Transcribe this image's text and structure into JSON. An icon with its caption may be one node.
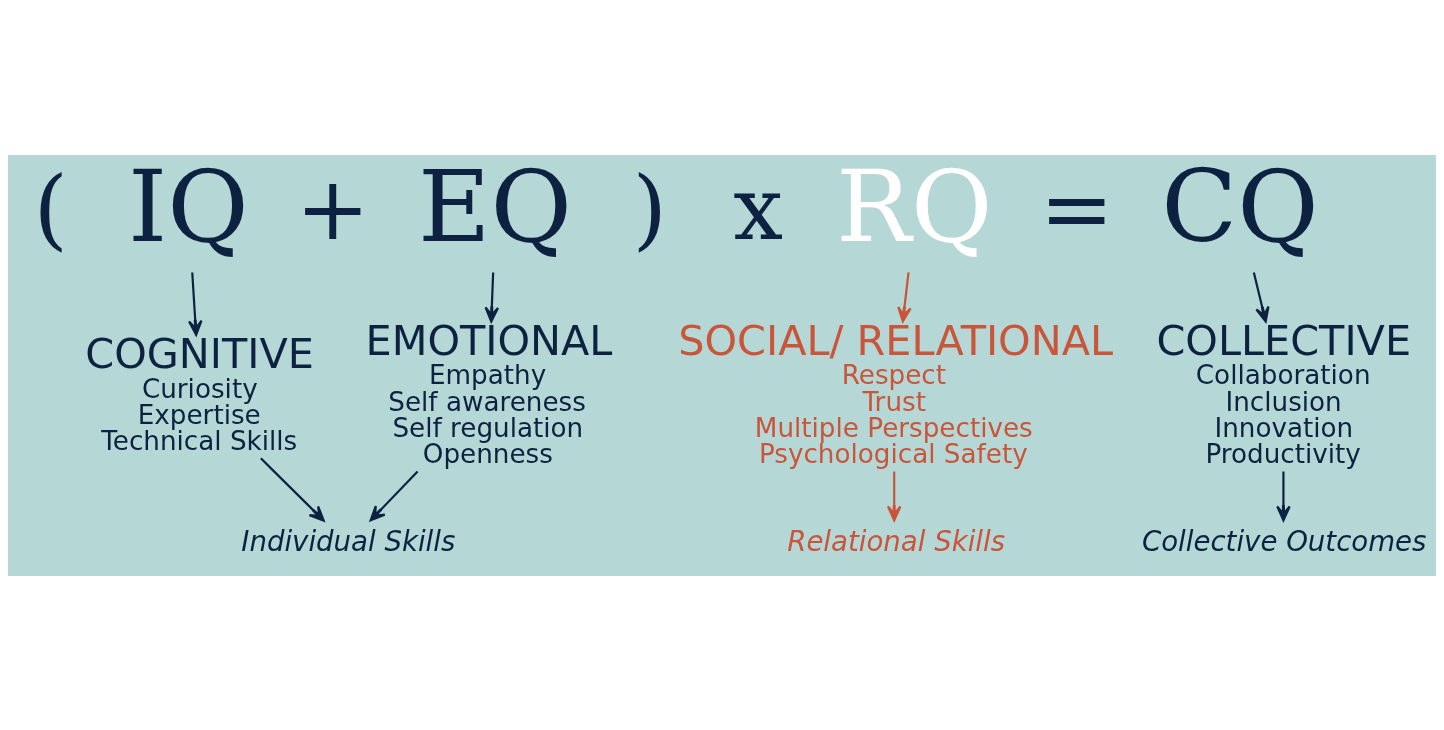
{
  "diagram": {
    "nodes": [
      {
        "text": [
          "IQ"
        ]
      },
      {
        "text": [
          "EQ"
        ]
      },
      {
        "text": [
          "RQ"
        ]
      },
      {
        "text": [
          "CQ"
        ]
      },
      {
        "text": [
          "COGNITIVE",
          "Curiosity",
          "Expertise",
          "Technical Skills"
        ]
      },
      {
        "text": [
          "EMOTIONAL",
          "Empathy",
          "Self awareness",
          "Self regulation",
          "Openness"
        ]
      },
      {
        "text": [
          "SOCIAL/ RELATIONAL",
          "Respect",
          "Trust",
          "Multiple Perspectives",
          "Psychological Safety"
        ]
      },
      {
        "text": [
          "COLLECTIVE",
          "Collaboration",
          "Inclusion",
          "Innovation",
          "Productivity"
        ]
      },
      {
        "text": [
          "Individual Skills"
        ]
      },
      {
        "text": [
          "Relational Skills"
        ]
      },
      {
        "text": [
          "Collective Outcomes"
        ]
      }
    ],
    "edges": [
      {
        "from": 0,
        "to": 4,
        "arrow": "to"
      },
      {
        "from": 1,
        "to": 5,
        "arrow": "to"
      },
      {
        "from": 2,
        "to": 6,
        "arrow": "to",
        "color": "#c9553a"
      },
      {
        "from": 3,
        "to": 7,
        "arrow": "to"
      },
      {
        "from": 4,
        "to": 8,
        "arrow": "to"
      },
      {
        "from": 5,
        "to": 8,
        "arrow": "to"
      },
      {
        "from": 6,
        "to": 9,
        "arrow": "to",
        "color": "#c9553a"
      },
      {
        "from": 7,
        "to": 10,
        "arrow": "to"
      }
    ],
    "labels": [
      "(",
      "+",
      ")",
      "x",
      "="
    ]
  }
}
